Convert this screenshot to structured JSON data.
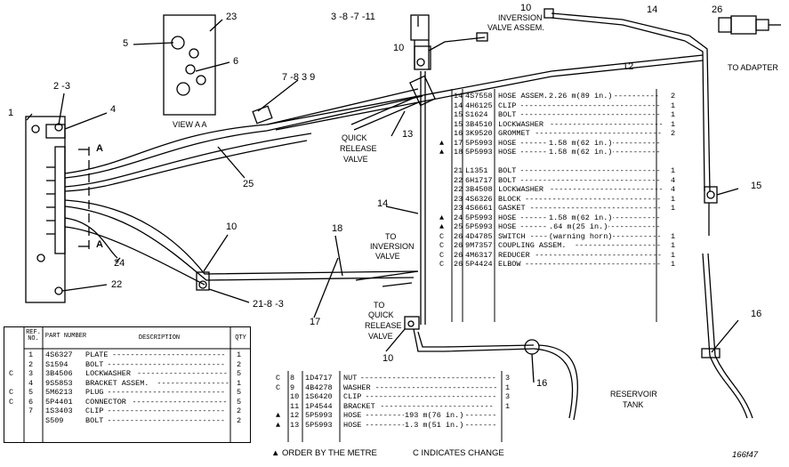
{
  "callouts": {
    "c1": "1",
    "c2_3": "2 -3",
    "c4": "4",
    "c5": "5",
    "c6": "6",
    "c23": "23",
    "c3_8_7_11": "3 -8 -7 -11",
    "c7_8_3_9": "7 -8  3  9",
    "c10_top": "10",
    "c10_mid": "10",
    "c10_bot": "10",
    "c10_inv": "10",
    "c12": "12",
    "c13": "13",
    "c14_top": "14",
    "c14_mid": "14",
    "c15": "15",
    "c16_right": "16",
    "c16_bot": "16",
    "c17": "17",
    "c18": "18",
    "c21_8_3": "21-8 -3",
    "c22": "22",
    "c24": "24",
    "c25": "25",
    "c26": "26",
    "a_top": "A",
    "a_bot": "A"
  },
  "text_labels": {
    "view_aa": "VIEW A A",
    "inversion_valve_assem_l1": "INVERSION",
    "inversion_valve_assem_l2": "VALVE ASSEM.",
    "to_adapter": "TO ADAPTER",
    "quick_release_l1": "QUICK",
    "quick_release_l2": "RELEASE",
    "quick_release_l3": "VALVE",
    "to_inversion_l1": "TO",
    "to_inversion_l2": "INVERSION",
    "to_inversion_l3": "VALVE",
    "to_quick_l1": "TO",
    "to_quick_l2": "QUICK",
    "to_quick_l3": "RELEASE",
    "to_quick_l4": "VALVE",
    "reservoir_l1": "RESERVOIR",
    "reservoir_l2": "TANK"
  },
  "table_left": {
    "headers": {
      "ref": "REF. NO.",
      "part": "PART NUMBER",
      "desc": "DESCRIPTION",
      "qty": "QTY"
    },
    "rows": [
      {
        "c": "",
        "ref": "1",
        "part": "4S6327",
        "desc": "PLATE",
        "qty": "1"
      },
      {
        "c": "",
        "ref": "2",
        "part": "S1594",
        "desc": "BOLT",
        "qty": "2"
      },
      {
        "c": "C",
        "ref": "3",
        "part": "3B4506",
        "desc": "LOCKWASHER",
        "qty": "5"
      },
      {
        "c": "",
        "ref": "4",
        "part": "9S5853",
        "desc": "BRACKET ASSEM.",
        "qty": "1"
      },
      {
        "c": "C",
        "ref": "5",
        "part": "5M6213",
        "desc": "PLUG",
        "qty": "5"
      },
      {
        "c": "C",
        "ref": "6",
        "part": "5P4401",
        "desc": "CONNECTOR",
        "qty": "5"
      },
      {
        "c": "",
        "ref": "7",
        "part": "1S3403",
        "desc": "CLIP",
        "qty": "2"
      },
      {
        "c": "",
        "ref": "",
        "part": "S509",
        "desc": "BOLT",
        "qty": "2"
      }
    ]
  },
  "table_mid": {
    "rows": [
      {
        "c": "C",
        "ref": "8",
        "part": "1D4717",
        "desc": "NUT",
        "qty": "3"
      },
      {
        "c": "C",
        "ref": "9",
        "part": "4B4278",
        "desc": "WASHER",
        "qty": "1"
      },
      {
        "c": "",
        "ref": "10",
        "part": "1S6420",
        "desc": "CLIP",
        "qty": "3"
      },
      {
        "c": "",
        "ref": "11",
        "part": "1P4544",
        "desc": "BRACKET",
        "qty": "1"
      },
      {
        "c": "▲",
        "ref": "12",
        "part": "5P5993",
        "desc": "HOSE",
        "note": "193 m(76 in.)",
        "qty": ""
      },
      {
        "c": "▲",
        "ref": "13",
        "part": "5P5993",
        "desc": "HOSE",
        "note": "1.3 m(51 in.)",
        "qty": ""
      }
    ]
  },
  "table_right": {
    "rows": [
      {
        "c": "",
        "ref": "14",
        "part": "4S7558",
        "desc": "HOSE ASSEM.",
        "note": "2.26 m(89 in.)",
        "qty": "2"
      },
      {
        "c": "",
        "ref": "14",
        "part": "4H6125",
        "desc": "CLIP",
        "note": "",
        "qty": "1"
      },
      {
        "c": "",
        "ref": "15",
        "part": "S1624",
        "desc": "BOLT",
        "note": "",
        "qty": "1"
      },
      {
        "c": "",
        "ref": "15",
        "part": "3B4510",
        "desc": "LOCKWASHER",
        "note": "",
        "qty": "1"
      },
      {
        "c": "",
        "ref": "16",
        "part": "3K9520",
        "desc": "GROMMET",
        "note": "",
        "qty": "2"
      },
      {
        "c": "▲",
        "ref": "17",
        "part": "5P5993",
        "desc": "HOSE",
        "note": "1.58 m(62 in.)",
        "qty": ""
      },
      {
        "c": "▲",
        "ref": "18",
        "part": "5P5993",
        "desc": "HOSE",
        "note": "1.58 m(62 in.)",
        "qty": ""
      },
      {
        "c": "",
        "ref": "",
        "part": "",
        "desc": "",
        "note": "",
        "qty": ""
      },
      {
        "c": "",
        "ref": "21",
        "part": "L1351",
        "desc": "BOLT",
        "note": "",
        "qty": "1"
      },
      {
        "c": "",
        "ref": "22",
        "part": "6H1717",
        "desc": "BOLT",
        "note": "",
        "qty": "4"
      },
      {
        "c": "",
        "ref": "22",
        "part": "3B4508",
        "desc": "LOCKWASHER",
        "note": "",
        "qty": "4"
      },
      {
        "c": "",
        "ref": "23",
        "part": "4S6326",
        "desc": "BLOCK",
        "note": "",
        "qty": "1"
      },
      {
        "c": "",
        "ref": "23",
        "part": "4S6661",
        "desc": "GASKET",
        "note": "",
        "qty": "1"
      },
      {
        "c": "▲",
        "ref": "24",
        "part": "5P5993",
        "desc": "HOSE",
        "note": "1.58 m(62 in.)",
        "qty": ""
      },
      {
        "c": "▲",
        "ref": "25",
        "part": "5P5993",
        "desc": "HOSE",
        "note": ".64 m(25 in.)",
        "qty": ""
      },
      {
        "c": "C",
        "ref": "26",
        "part": "4D4785",
        "desc": "SWITCH",
        "note": "(warning horn)",
        "qty": "1"
      },
      {
        "c": "C",
        "ref": "26",
        "part": "9M7357",
        "desc": "COUPLING ASSEM.",
        "note": "",
        "qty": "1"
      },
      {
        "c": "C",
        "ref": "26",
        "part": "4M6317",
        "desc": "REDUCER",
        "note": "",
        "qty": "1"
      },
      {
        "c": "C",
        "ref": "26",
        "part": "5P4424",
        "desc": "ELBOW",
        "note": "",
        "qty": "1"
      }
    ]
  },
  "footer": {
    "order_note": "▲ ORDER  BY THE METRE",
    "change_note": "C  INDICATES CHANGE",
    "code": "166f47"
  }
}
